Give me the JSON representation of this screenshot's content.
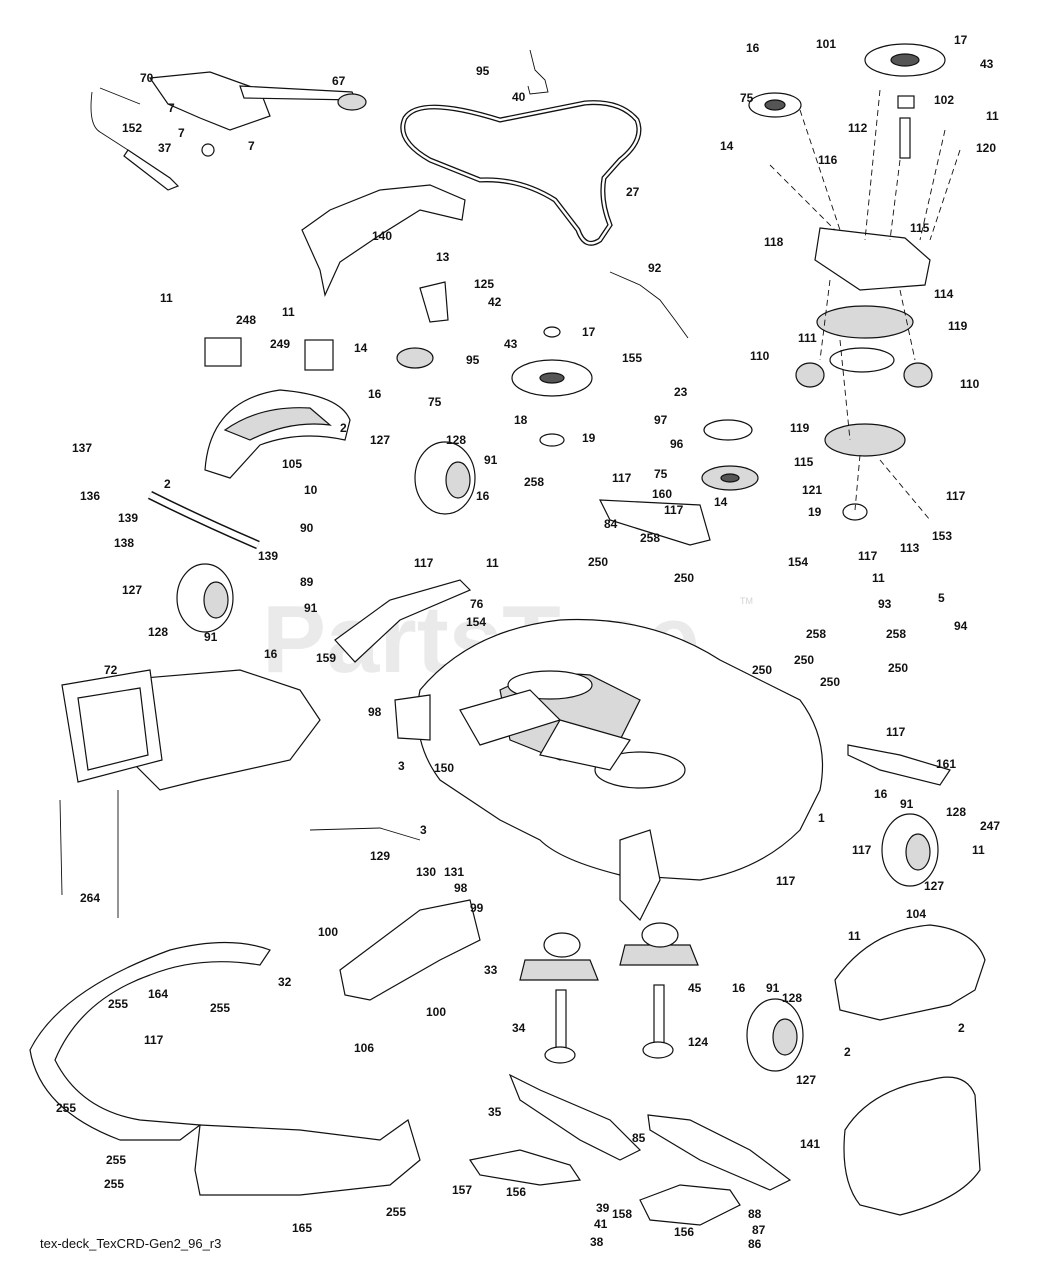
{
  "watermark": "PartsTree",
  "watermark_tm": "TM",
  "footer": "tex-deck_TexCRD-Gen2_96_r3",
  "labels": [
    "70",
    "67",
    "7",
    "7",
    "152",
    "37",
    "7",
    "95",
    "40",
    "27",
    "16",
    "101",
    "17",
    "43",
    "75",
    "102",
    "11",
    "112",
    "14",
    "116",
    "120",
    "140",
    "13",
    "125",
    "42",
    "118",
    "115",
    "114",
    "92",
    "11",
    "248",
    "11",
    "249",
    "14",
    "95",
    "17",
    "43",
    "155",
    "16",
    "75",
    "119",
    "111",
    "110",
    "110",
    "137",
    "105",
    "2",
    "127",
    "128",
    "18",
    "19",
    "23",
    "97",
    "96",
    "75",
    "119",
    "115",
    "136",
    "139",
    "2",
    "10",
    "91",
    "16",
    "258",
    "117",
    "160",
    "14",
    "121",
    "117",
    "138",
    "139",
    "90",
    "84",
    "117",
    "19",
    "153",
    "113",
    "117",
    "127",
    "89",
    "117",
    "11",
    "250",
    "258",
    "250",
    "154",
    "11",
    "93",
    "5",
    "94",
    "128",
    "91",
    "16",
    "91",
    "76",
    "154",
    "159",
    "258",
    "250",
    "250",
    "258",
    "250",
    "250",
    "72",
    "98",
    "117",
    "161",
    "3",
    "150",
    "3",
    "1",
    "16",
    "91",
    "128",
    "247",
    "117",
    "129",
    "130",
    "131",
    "98",
    "117",
    "127",
    "11",
    "104",
    "264",
    "99",
    "100",
    "32",
    "164",
    "255",
    "255",
    "33",
    "45",
    "16",
    "91",
    "128",
    "11",
    "100",
    "106",
    "34",
    "124",
    "2",
    "127",
    "2",
    "117",
    "255",
    "35",
    "85",
    "141",
    "255",
    "157",
    "156",
    "39",
    "41",
    "38",
    "158",
    "156",
    "88",
    "87",
    "86",
    "255",
    "165",
    "255"
  ]
}
